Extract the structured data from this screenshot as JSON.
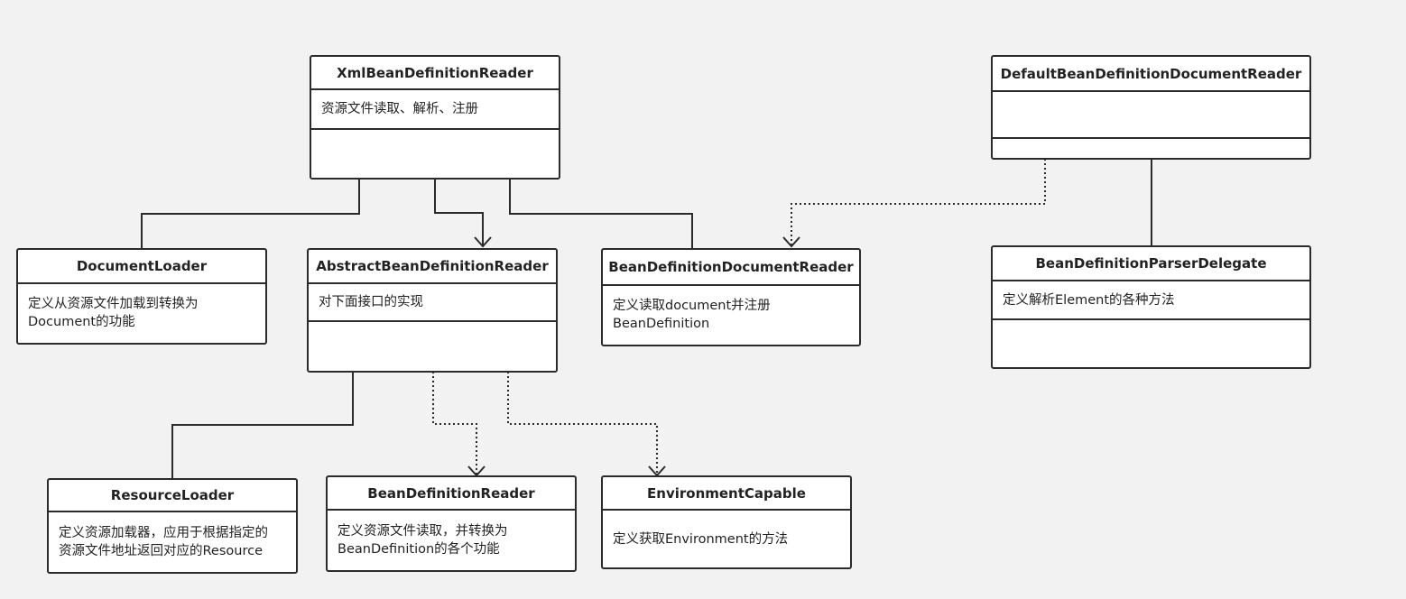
{
  "diagram": {
    "boxes": {
      "xml_reader": {
        "name": "XmlBeanDefinitionReader",
        "desc": "资源文件读取、解析、注册"
      },
      "default_doc_reader": {
        "name": "DefaultBeanDefinitionDocumentReader",
        "desc": ""
      },
      "document_loader": {
        "name": "DocumentLoader",
        "desc": "定义从资源文件加载到转换为\nDocument的功能"
      },
      "abstract_reader": {
        "name": "AbstractBeanDefinitionReader",
        "desc": "对下面接口的实现"
      },
      "doc_reader": {
        "name": "BeanDefinitionDocumentReader",
        "desc": "定义读取document并注册\nBeanDefinition"
      },
      "parser_delegate": {
        "name": "BeanDefinitionParserDelegate",
        "desc": "定义解析Element的各种方法"
      },
      "resource_loader": {
        "name": "ResourceLoader",
        "desc": "定义资源加载器，应用于根据指定的\n资源文件地址返回对应的Resource"
      },
      "bd_reader": {
        "name": "BeanDefinitionReader",
        "desc": "定义资源文件读取，并转换为\nBeanDefinition的各个功能"
      },
      "env_capable": {
        "name": "EnvironmentCapable",
        "desc": "定义获取Environment的方法"
      }
    },
    "colors": {
      "background": "#f2f2f2",
      "box_fill": "#ffffff",
      "stroke": "#2b2b2b"
    }
  }
}
